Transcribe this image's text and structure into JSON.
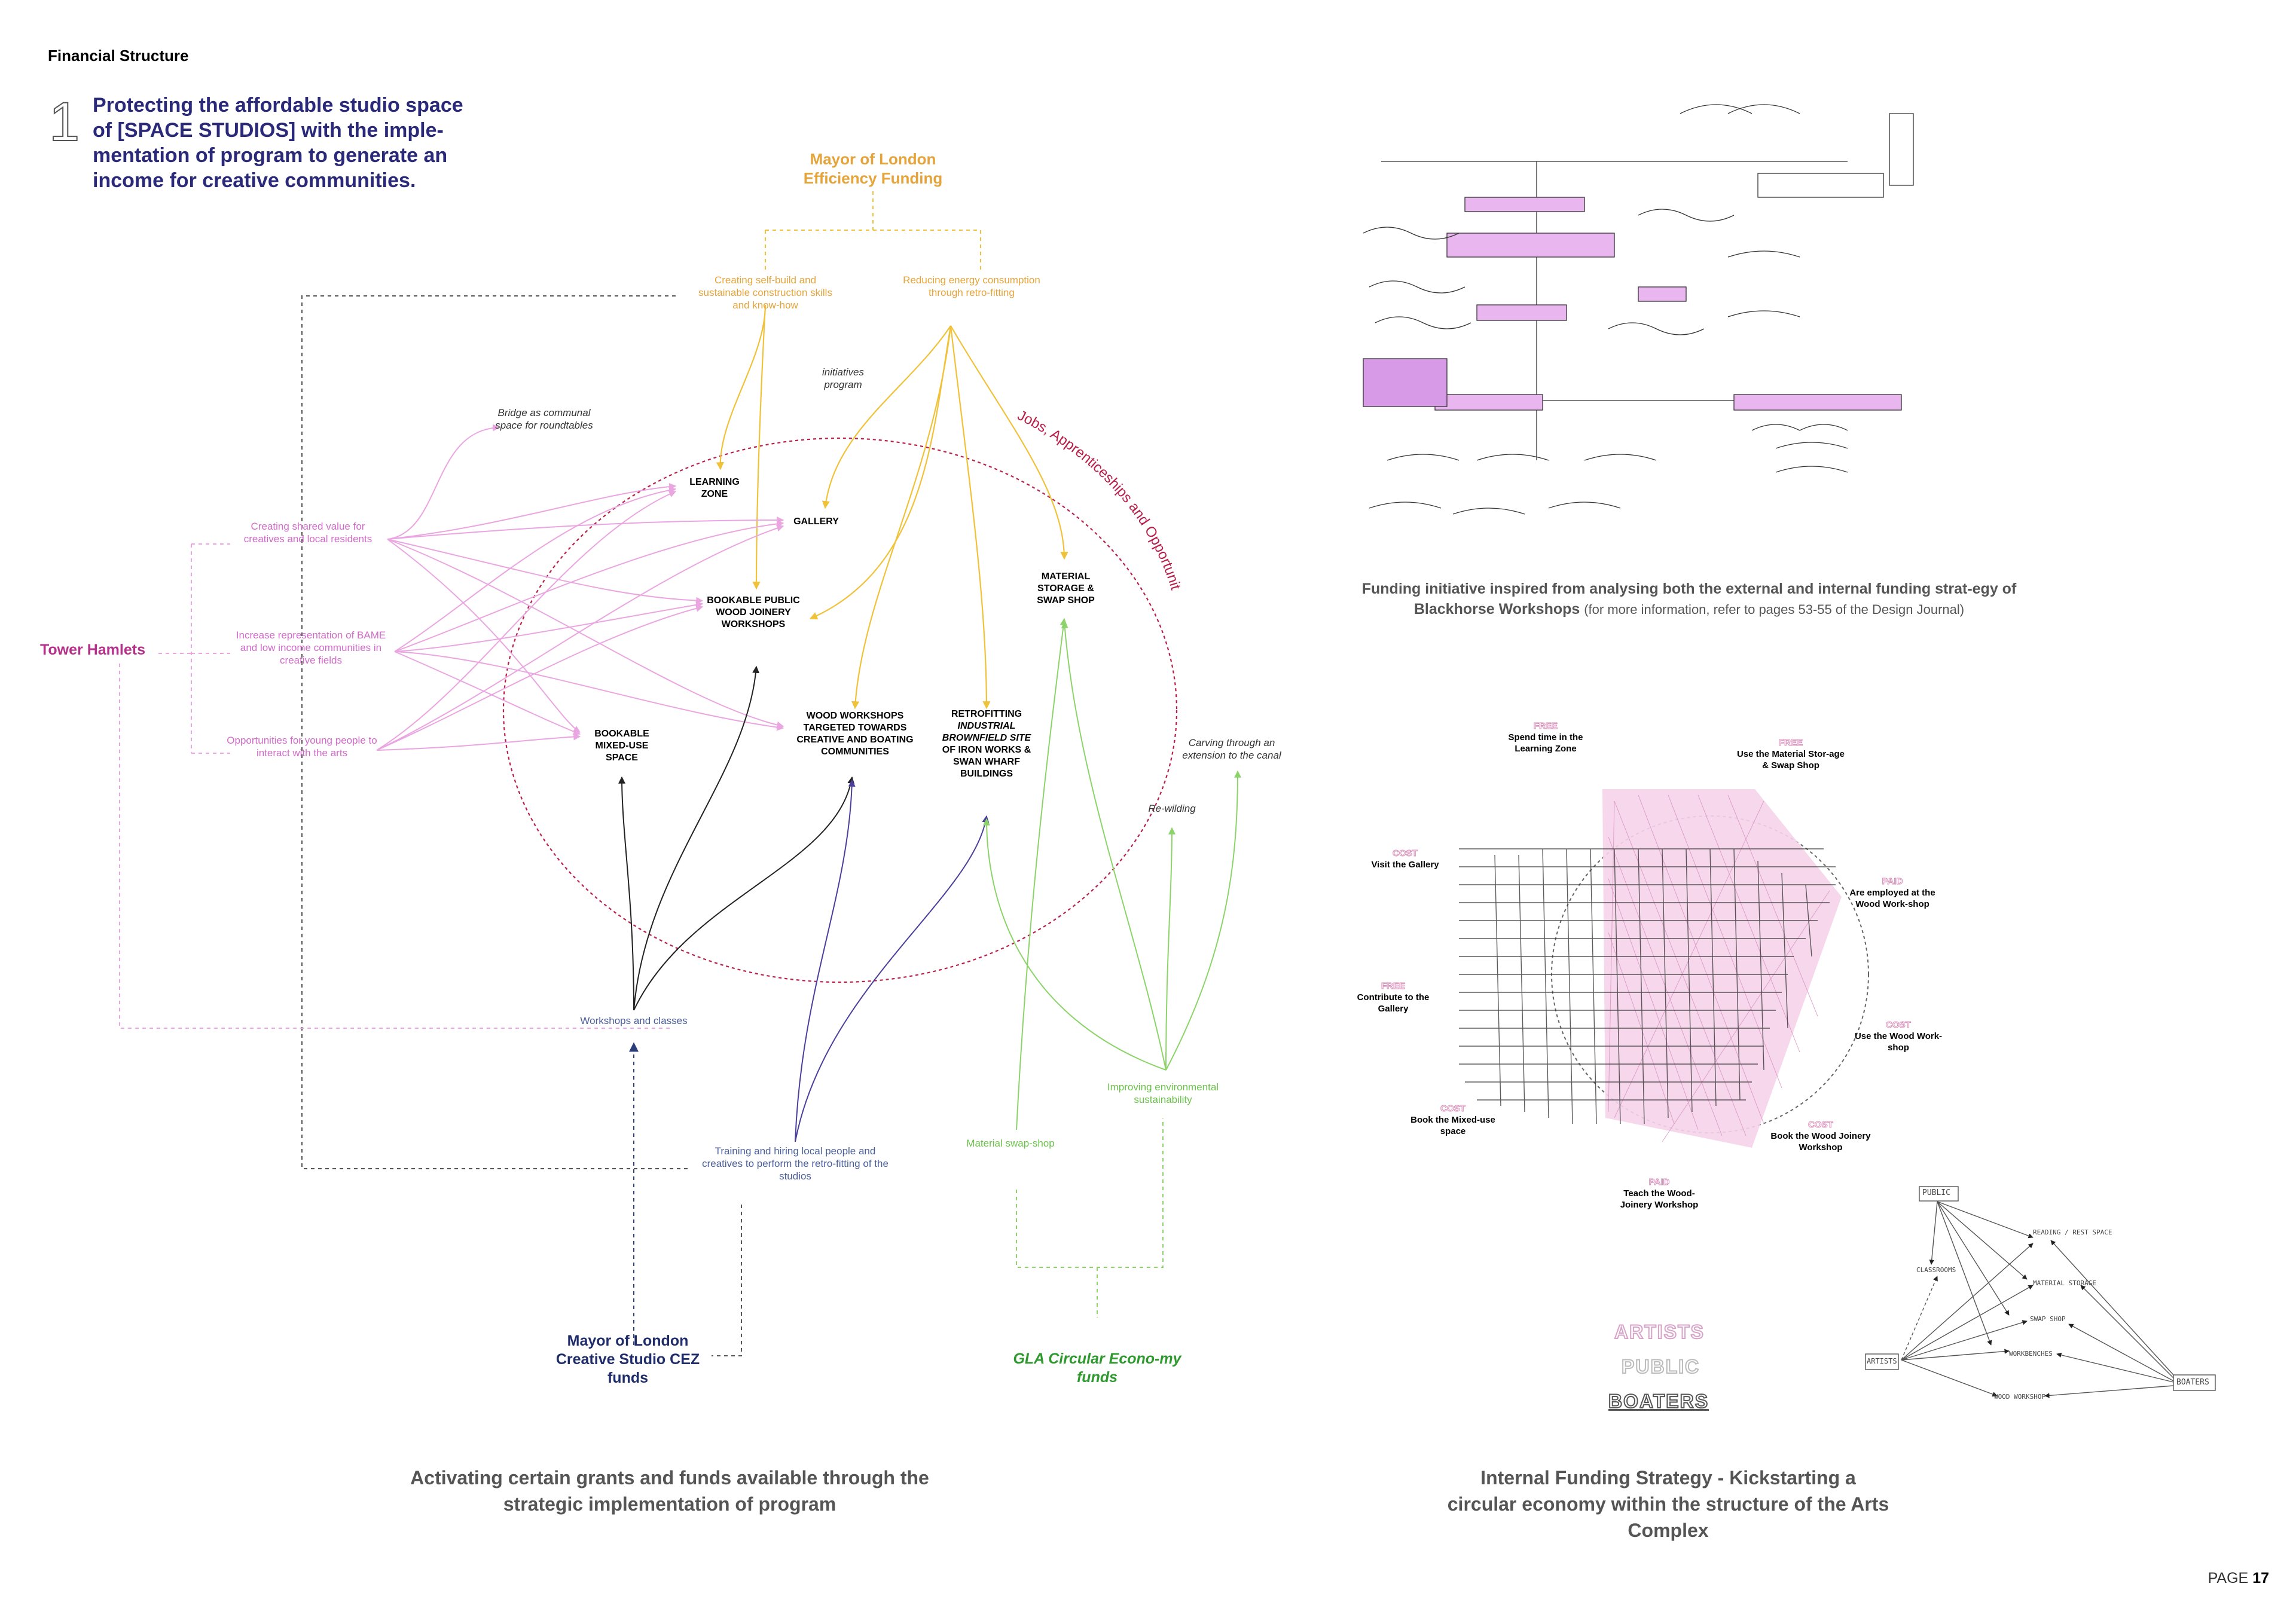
{
  "header": {
    "section_title": "Financial Structure",
    "number": "1",
    "lead": "Protecting the affordable studio space of [SPACE STUDIOS] with the imple-mentation of program to generate an income for creative communities."
  },
  "funding_diagram": {
    "source_top": {
      "title": "Mayor of London Efficiency Funding",
      "color": "#e5a43a"
    },
    "yellow_outcomes": [
      "Creating self-build and sustainable construction skills and know-how",
      "Reducing energy consumption through retro-fitting"
    ],
    "circle_label": "initiatives program",
    "circle_arc_label": "Jobs, Apprenticeships and Opportunity",
    "tower_hamlets": {
      "title": "Tower Hamlets",
      "color": "#b5308a"
    },
    "pink_outcomes": [
      "Creating shared value for creatives and local residents",
      "Increase representation of BAME and low income communities in creative fields",
      "Opportunities for young people to interact with the arts"
    ],
    "bridge_note": "Bridge as communal space for roundtables",
    "nodes": {
      "learning_zone": "LEARNING ZONE",
      "gallery": "GALLERY",
      "bookable_joinery": "BOOKABLE PUBLIC WOOD JOINERY WORKSHOPS",
      "material_storage": "MATERIAL STORAGE & SWAP SHOP",
      "bookable_mixed": "BOOKABLE MIXED-USE SPACE",
      "wood_workshops": "WOOD WORKSHOPS TARGETED TOWARDS CREATIVE AND BOATING COMMUNITIES",
      "retrofitting_a": "RETROFITTING",
      "retrofitting_b": "INDUSTRIAL BROWNFIELD SITE",
      "retrofitting_c": "OF IRON WORKS & SWAN WHARF BUILDINGS"
    },
    "green_notes": {
      "canal": "Carving through an extension to the canal",
      "rewilding": "Re-wilding",
      "environment": "Improving environmental sustainability",
      "swap": "Material swap-shop"
    },
    "workshops_classes": "Workshops and classes",
    "training": "Training and hiring local people and creatives to perform the retro-fitting of the studios",
    "source_cez": {
      "title": "Mayor of London Creative Studio CEZ funds",
      "color": "#1f2d6b"
    },
    "source_gla": {
      "title": "GLA Circular Econo-my funds",
      "color": "#2e9a2e"
    },
    "caption": "Activating certain grants and funds available through the strategic implementation of program"
  },
  "sketch": {
    "caption_main": "Funding initiative inspired from analysing both the external and internal funding strat-egy of Blackhorse Workshops",
    "caption_note": "(for more information, refer to pages 53-55 of the Design Journal)"
  },
  "internal": {
    "labels": [
      {
        "tag": "FREE",
        "text": "Spend time in the Learning Zone"
      },
      {
        "tag": "FREE",
        "text": "Use the Material Stor-age & Swap Shop"
      },
      {
        "tag": "COST",
        "text": "Visit the Gallery"
      },
      {
        "tag": "PAID",
        "text": "Are employed at the Wood Work-shop"
      },
      {
        "tag": "FREE",
        "text": "Contribute to the Gallery"
      },
      {
        "tag": "COST",
        "text": "Use the Wood Work-shop"
      },
      {
        "tag": "COST",
        "text": "Book the Mixed-use space"
      },
      {
        "tag": "COST",
        "text": "Book the Wood Joinery Workshop"
      },
      {
        "tag": "PAID",
        "text": "Teach the Wood-Joinery Workshop"
      }
    ],
    "legend": [
      "ARTISTS",
      "PUBLIC",
      "BOATERS"
    ],
    "flow_labels": {
      "public": "PUBLIC",
      "artists": "ARTISTS",
      "boaters": "BOATERS",
      "reading": "READING / REST SPACE",
      "classrooms": "CLASSROOMS",
      "storage": "MATERIAL STORAGE",
      "swap": "SWAP SHOP",
      "workbenches": "WORKBENCHES",
      "wood": "WOOD WORKSHOP"
    },
    "caption": "Internal Funding Strategy - Kickstarting a circular economy within the structure of the Arts Complex"
  },
  "footer": {
    "page_label": "PAGE",
    "page_number": "17"
  }
}
